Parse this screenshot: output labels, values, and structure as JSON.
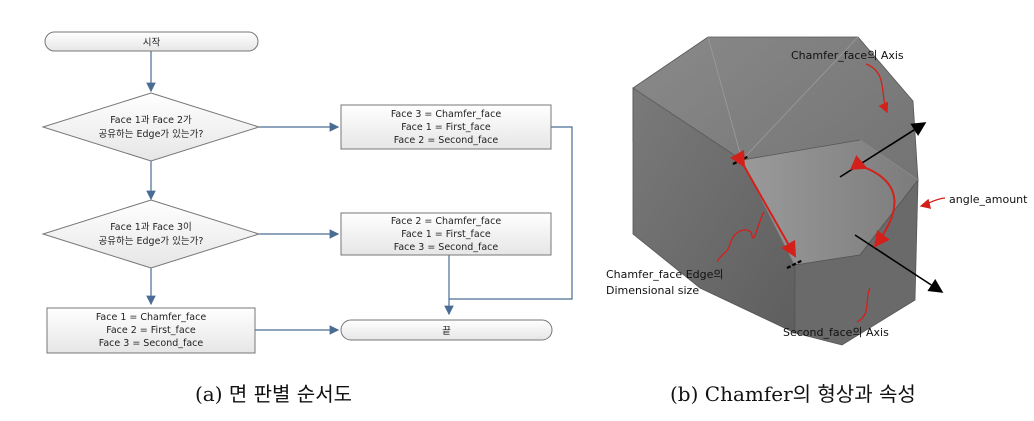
{
  "flowchart": {
    "start": "시작",
    "end": "끝",
    "decision1": [
      "Face 1과 Face 2가",
      "공유하는 Edge가 있는가?"
    ],
    "decision2": [
      "Face 1과 Face 3이",
      "공유하는 Edge가 있는가?"
    ],
    "process1": [
      "Face 3 = Chamfer_face",
      "Face 1 = First_face",
      "Face 2 = Second_face"
    ],
    "process2": [
      "Face 2 = Chamfer_face",
      "Face 1 = First_face",
      "Face 3 = Second_face"
    ],
    "process3": [
      "Face 1 = Chamfer_face",
      "Face 2 = First_face",
      "Face 3 = Second_face"
    ]
  },
  "figure": {
    "chamfer_axis": "Chamfer_face의 Axis",
    "angle_amount": "angle_amount",
    "edge_size": [
      "Chamfer_face Edge의",
      "Dimensional size"
    ],
    "second_axis": "Second_face의 Axis"
  },
  "captions": {
    "left": "(a) 면 판별 순서도",
    "right": "(b) Chamfer의 형상과 속성"
  }
}
